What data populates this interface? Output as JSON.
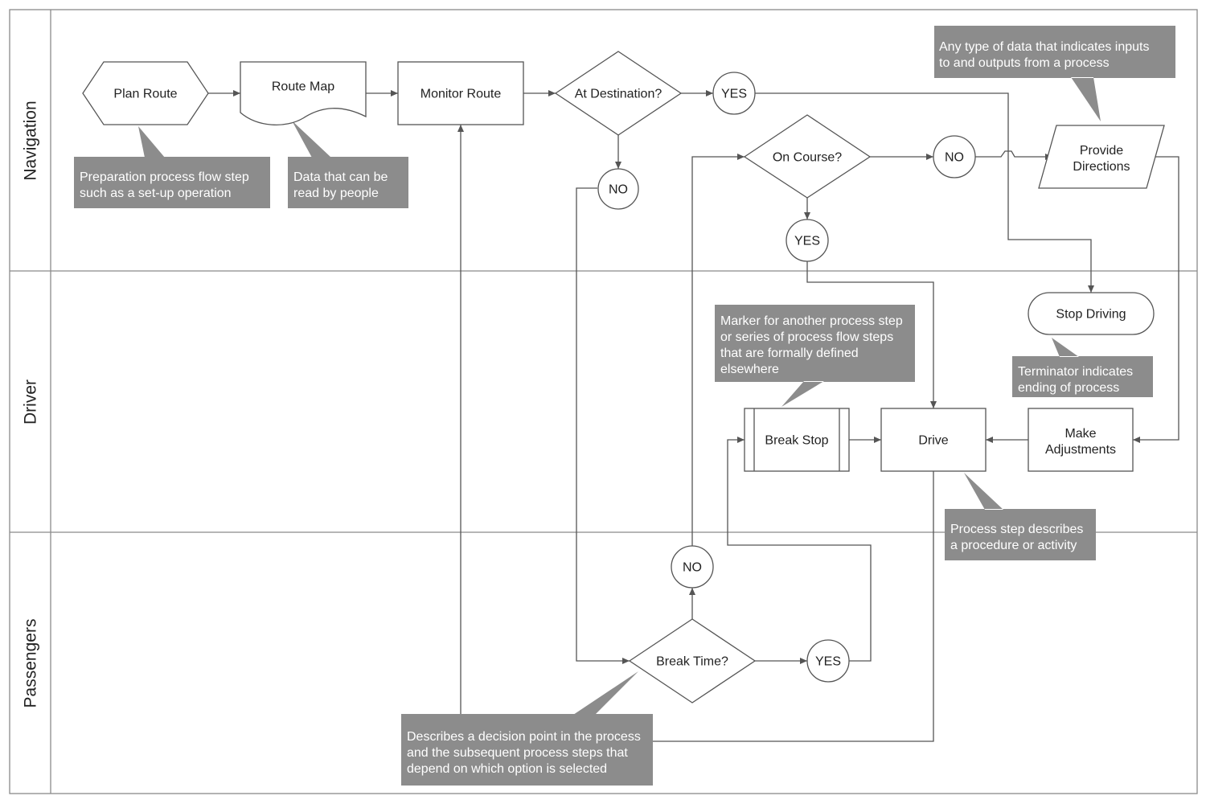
{
  "lanes": {
    "navigation": "Navigation",
    "driver": "Driver",
    "passengers": "Passengers"
  },
  "nodes": {
    "plan_route": "Plan Route",
    "route_map": "Route Map",
    "monitor_route": "Monitor Route",
    "at_destination": "At Destination?",
    "yes_destination": "YES",
    "no_destination": "NO",
    "on_course": "On Course?",
    "no_course": "NO",
    "yes_course": "YES",
    "provide_directions": [
      "Provide",
      "Directions"
    ],
    "stop_driving": "Stop Driving",
    "break_stop": "Break Stop",
    "drive": "Drive",
    "make_adjustments": [
      "Make",
      "Adjustments"
    ],
    "no_break": "NO",
    "break_time": "Break Time?",
    "yes_break": "YES"
  },
  "callouts": {
    "preparation": [
      "Preparation process flow step",
      "such as a set-up operation"
    ],
    "data_people": [
      "Data that can be",
      "read by people"
    ],
    "data_io": [
      "Any type of data that indicates inputs",
      "to and outputs from a process"
    ],
    "marker": [
      "Marker for another process step",
      "or series of process flow steps",
      "that are formally defined",
      "elsewhere"
    ],
    "terminator": [
      "Terminator indicates",
      "ending of process"
    ],
    "process_step": [
      "Process step describes",
      "a procedure or activity"
    ],
    "decision": [
      "Describes a decision point in the process",
      "and the subsequent process steps that",
      "depend on which option is selected"
    ]
  },
  "colors": {
    "callout_fill": "#8c8c8c",
    "stroke": "#555555",
    "frame": "#8a8a8a"
  }
}
